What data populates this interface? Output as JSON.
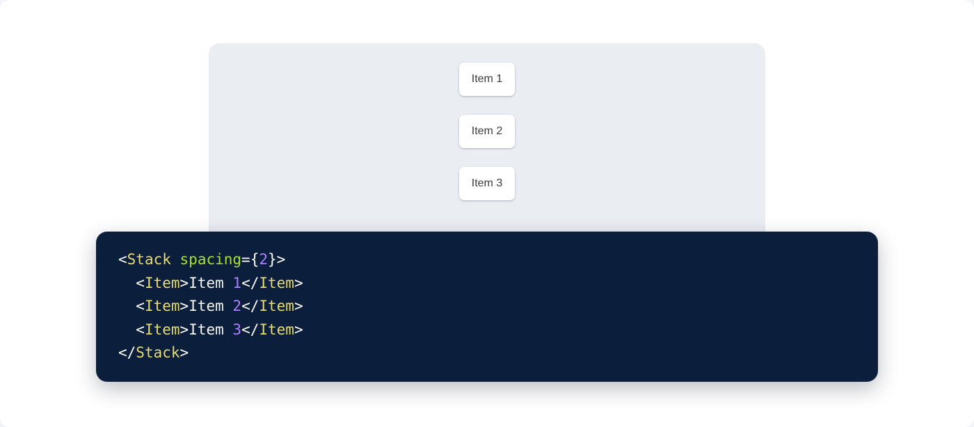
{
  "preview": {
    "panel_name": "stack-preview-panel",
    "background_color": "#eaedf2",
    "items": [
      {
        "label": "Item 1"
      },
      {
        "label": "Item 2"
      },
      {
        "label": "Item 3"
      }
    ]
  },
  "code": {
    "language": "jsx",
    "background_color": "#0b1e3c",
    "colors": {
      "tag": "#e6db74",
      "attribute": "#a6e22e",
      "number": "#ae81ff",
      "punctuation": "#ffffff",
      "text": "#f8f8f2"
    },
    "lines": [
      {
        "indent": "",
        "tokens": [
          {
            "t": "<",
            "k": "punct"
          },
          {
            "t": "Stack",
            "k": "tag"
          },
          {
            "t": " ",
            "k": "punct"
          },
          {
            "t": "spacing",
            "k": "attr"
          },
          {
            "t": "={",
            "k": "punct"
          },
          {
            "t": "2",
            "k": "num"
          },
          {
            "t": "}>",
            "k": "punct"
          }
        ]
      },
      {
        "indent": "  ",
        "tokens": [
          {
            "t": "<",
            "k": "punct"
          },
          {
            "t": "Item",
            "k": "tag"
          },
          {
            "t": ">",
            "k": "punct"
          },
          {
            "t": "Item ",
            "k": "text"
          },
          {
            "t": "1",
            "k": "num"
          },
          {
            "t": "</",
            "k": "punct"
          },
          {
            "t": "Item",
            "k": "tag"
          },
          {
            "t": ">",
            "k": "punct"
          }
        ]
      },
      {
        "indent": "  ",
        "tokens": [
          {
            "t": "<",
            "k": "punct"
          },
          {
            "t": "Item",
            "k": "tag"
          },
          {
            "t": ">",
            "k": "punct"
          },
          {
            "t": "Item ",
            "k": "text"
          },
          {
            "t": "2",
            "k": "num"
          },
          {
            "t": "</",
            "k": "punct"
          },
          {
            "t": "Item",
            "k": "tag"
          },
          {
            "t": ">",
            "k": "punct"
          }
        ]
      },
      {
        "indent": "  ",
        "tokens": [
          {
            "t": "<",
            "k": "punct"
          },
          {
            "t": "Item",
            "k": "tag"
          },
          {
            "t": ">",
            "k": "punct"
          },
          {
            "t": "Item ",
            "k": "text"
          },
          {
            "t": "3",
            "k": "num"
          },
          {
            "t": "</",
            "k": "punct"
          },
          {
            "t": "Item",
            "k": "tag"
          },
          {
            "t": ">",
            "k": "punct"
          }
        ]
      },
      {
        "indent": "",
        "tokens": [
          {
            "t": "</",
            "k": "punct"
          },
          {
            "t": "Stack",
            "k": "tag"
          },
          {
            "t": ">",
            "k": "punct"
          }
        ]
      }
    ]
  }
}
